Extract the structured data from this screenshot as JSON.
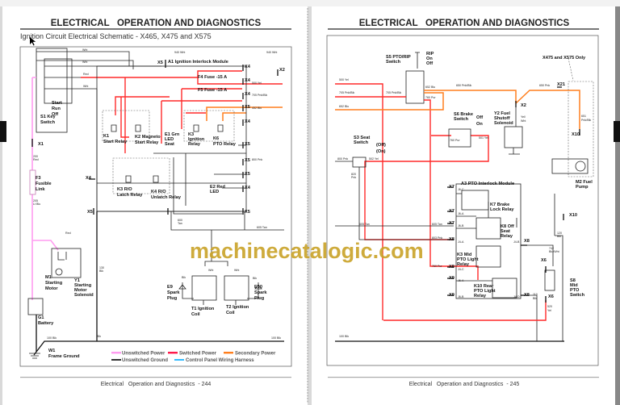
{
  "left_page": {
    "header": "ELECTRICAL   OPERATION AND DIAGNOSTICS",
    "subtitle": "Ignition Circuit Electrical Schematic - X465, X475 and X575",
    "footer": "Electrical   Operation and Diagnostics  - 244",
    "labels": [
      "A1 Ignition Interlock Module",
      "F4 Fuse -15 A",
      "F5 Fuse -15 A",
      "S1 Key",
      "Switch",
      "Start",
      "Run",
      "Off",
      "F3",
      "Fusible",
      "Link",
      "K1",
      "Start Relay",
      "K2 Magneto",
      "Start Relay",
      "E1 Grn",
      "LED",
      "Seat",
      "K3",
      "Ignition",
      "Relay",
      "K6",
      "PTO Relay",
      "K3 R/O",
      "Latch Relay",
      "K4 R/O",
      "Unlatch Relay",
      "E2 Red",
      "LED",
      "M1",
      "Starting",
      "Motor",
      "Y1",
      "Starting",
      "Motor",
      "Solenoid",
      "G1",
      "Battery",
      "E9",
      "Spark",
      "Plug",
      "T1 Ignition",
      "Coil",
      "T2 Ignition",
      "Coil",
      "E10",
      "Spark",
      "Plug",
      "W1",
      "Frame Ground"
    ],
    "connectors": [
      "X5",
      "X4",
      "X2",
      "X4",
      "X4",
      "X5",
      "X4",
      "X5",
      "X5",
      "X5",
      "X4",
      "X4",
      "X5",
      "X5",
      "X1"
    ],
    "wire_labels": [
      "940 Wht",
      "940 Wht",
      "500 Yel",
      "705 Pnk/Blk",
      "452 Blu",
      "800 Pnk",
      "200",
      "Red",
      "205",
      "Lt Blu",
      "600",
      "Tan",
      "605 Tan",
      "130",
      "Blk",
      "100 Blk",
      "100 Blk",
      "Wht",
      "Wht",
      "Red",
      "Wht",
      "Red",
      "Blk",
      "Wht",
      "Wht",
      "Blk",
      "Blk"
    ],
    "legend": [
      {
        "label": "Unswitched Power",
        "color": "#ff9cf0"
      },
      {
        "label": "Switched Power",
        "color": "#ff1a4a"
      },
      {
        "label": "Secondary Power",
        "color": "#ff7f1e"
      },
      {
        "label": "Unswitched Ground",
        "color": "#333333"
      },
      {
        "label": "Control Panel Wiring Harness",
        "color": "#33bbff"
      }
    ]
  },
  "right_page": {
    "header": "ELECTRICAL   OPERATION AND DIAGNOSTICS",
    "footer": "Electrical   Operation and Diagnostics  - 245",
    "labels": [
      "S5 PTO/RIP",
      "Switch",
      "RIP",
      "On",
      "Off",
      "X475 and X575 Only",
      "S6 Brake",
      "Switch",
      "Off",
      "On",
      "Y2 Fuel",
      "Shutoff",
      "Solenoid",
      "S3 Seat",
      "Switch",
      "(Off)",
      "(On)",
      "M2 Fuel",
      "Pump",
      "A3 PTO Interlock Module",
      "K7 Brake",
      "Lock Relay",
      "K8 Off",
      "Seat",
      "Relay",
      "K3 Mid",
      "PTO Light",
      "Relay",
      "K10 Rear",
      "PTO Light",
      "Relay",
      "S8",
      "Mid",
      "PTO",
      "Switch"
    ],
    "connectors": [
      "X21",
      "X2",
      "X10",
      "X7",
      "X7",
      "X7",
      "X8",
      "X8",
      "X8",
      "X9",
      "X9",
      "X8",
      "X6",
      "X6",
      "X10"
    ],
    "wire_labels": [
      "500 Yel",
      "705 Pnk/Blk",
      "652 Blu",
      "705 Pnk/Blk",
      "652 Blu",
      "760 Pur",
      "650 Pnk/Blk",
      "650 Pnk",
      "651",
      "Pnk/Blk",
      "Yel/",
      "Wht",
      "760 Pur",
      "501 Yel",
      "800 Pnk",
      "502 Yel",
      "820",
      "Pnk",
      "605 Tan",
      "605 Tan",
      "803 Pnk",
      "760 Pur",
      "742",
      "Blu/Wht",
      "110",
      "Blk",
      "520",
      "Yel",
      "120",
      "Blk",
      "100 Blk"
    ],
    "pin_labels": [
      "J6-C",
      "J6-A",
      "J6-B",
      "J4-A",
      "J4-C",
      "J6-A",
      "J6-B",
      "J4-B",
      "J4-D"
    ]
  },
  "watermark": "machinecatalogic.com"
}
